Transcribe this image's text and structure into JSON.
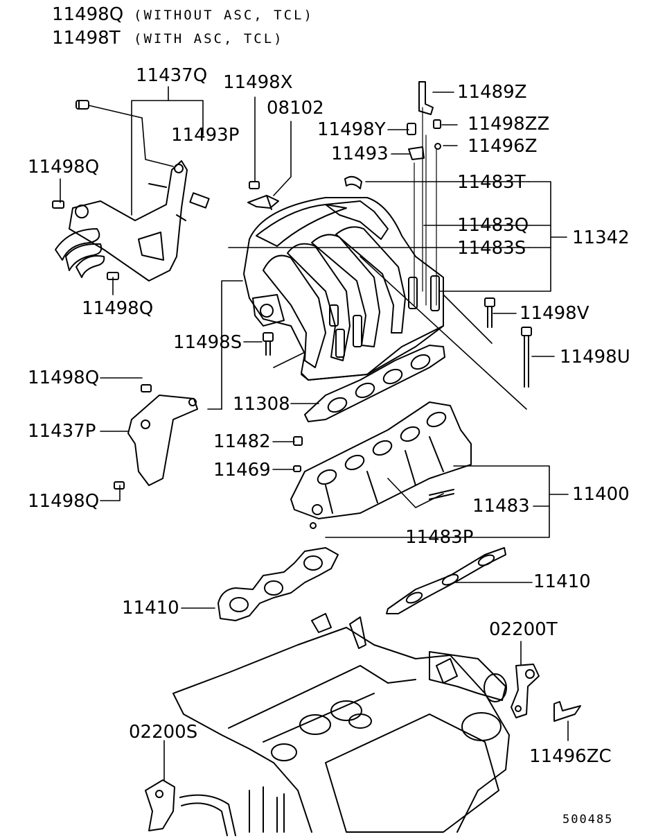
{
  "header": {
    "line1_part": "11498Q",
    "line1_note": "(WITHOUT ASC, TCL)",
    "line2_part": "11498T",
    "line2_note": "(WITH ASC, TCL)"
  },
  "callouts": {
    "p11437Q": "11437Q",
    "p11498X": "11498X",
    "p08102": "08102",
    "p11493P": "11493P",
    "p11498Q_a": "11498Q",
    "p11498Q_b": "11498Q",
    "p11489Z": "11489Z",
    "p11498Y": "11498Y",
    "p11498ZZ": "11498ZZ",
    "p11493": "11493",
    "p11496Z": "11496Z",
    "p11483T": "11483T",
    "p11483Q": "11483Q",
    "p11342": "11342",
    "p11483S": "11483S",
    "p11498V": "11498V",
    "p11498S": "11498S",
    "p11498U": "11498U",
    "p11498Q_c": "11498Q",
    "p11308": "11308",
    "p11437P": "11437P",
    "p11482": "11482",
    "p11469": "11469",
    "p11400": "11400",
    "p11498Q_d": "11498Q",
    "p11483": "11483",
    "p11483P": "11483P",
    "p11410_a": "11410",
    "p11410_b": "11410",
    "p02200T": "02200T",
    "p02200S": "02200S",
    "p11496ZC": "11496ZC"
  },
  "figure_number": "500485"
}
